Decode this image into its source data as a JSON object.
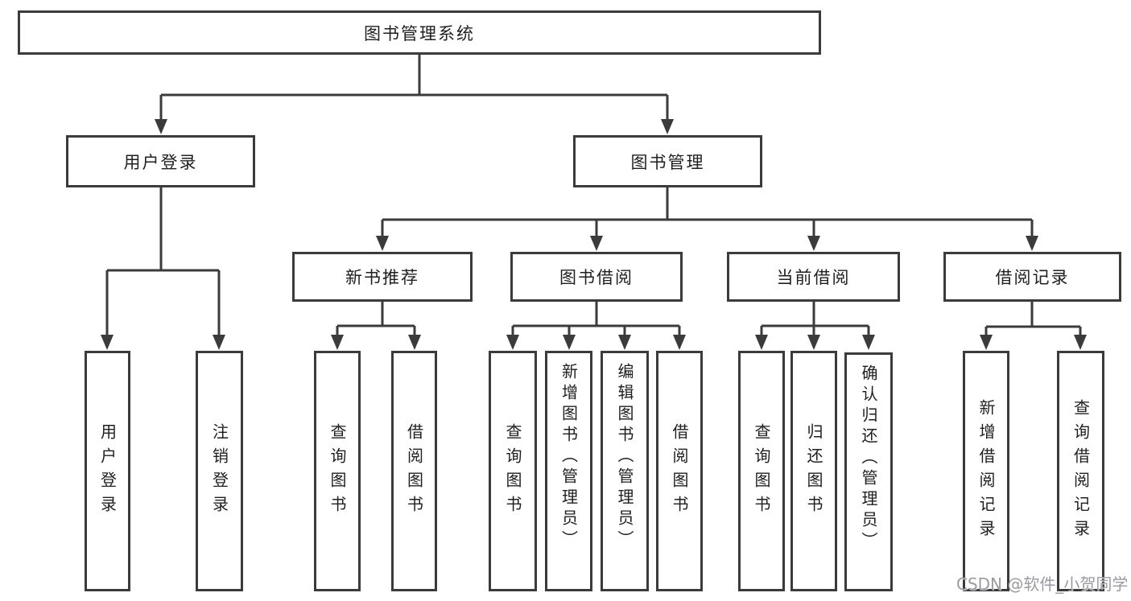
{
  "tree": {
    "root": {
      "label": "图书管理系统"
    },
    "branches": [
      {
        "label": "用户登录",
        "children": [
          {
            "label": "用户登录"
          },
          {
            "label": "注销登录"
          }
        ]
      },
      {
        "label": "图书管理",
        "children": [
          {
            "label": "新书推荐",
            "children": [
              {
                "label": "查询图书"
              },
              {
                "label": "借阅图书"
              }
            ]
          },
          {
            "label": "图书借阅",
            "children": [
              {
                "label": "查询图书"
              },
              {
                "label": "新增图书（管理员）"
              },
              {
                "label": "编辑图书（管理员）"
              },
              {
                "label": "借阅图书"
              }
            ]
          },
          {
            "label": "当前借阅",
            "children": [
              {
                "label": "查询图书"
              },
              {
                "label": "归还图书"
              },
              {
                "label": "确认归还（管理员）"
              }
            ]
          },
          {
            "label": "借阅记录",
            "children": [
              {
                "label": "新增借阅记录"
              },
              {
                "label": "查询借阅记录"
              }
            ]
          }
        ]
      }
    ]
  },
  "watermark": {
    "text": "CSDN @软件_小贺同学"
  },
  "colors": {
    "line": "#3b3b3b",
    "text": "#1f1f1f",
    "watermark": "#9a9aa0",
    "background": "#ffffff"
  }
}
